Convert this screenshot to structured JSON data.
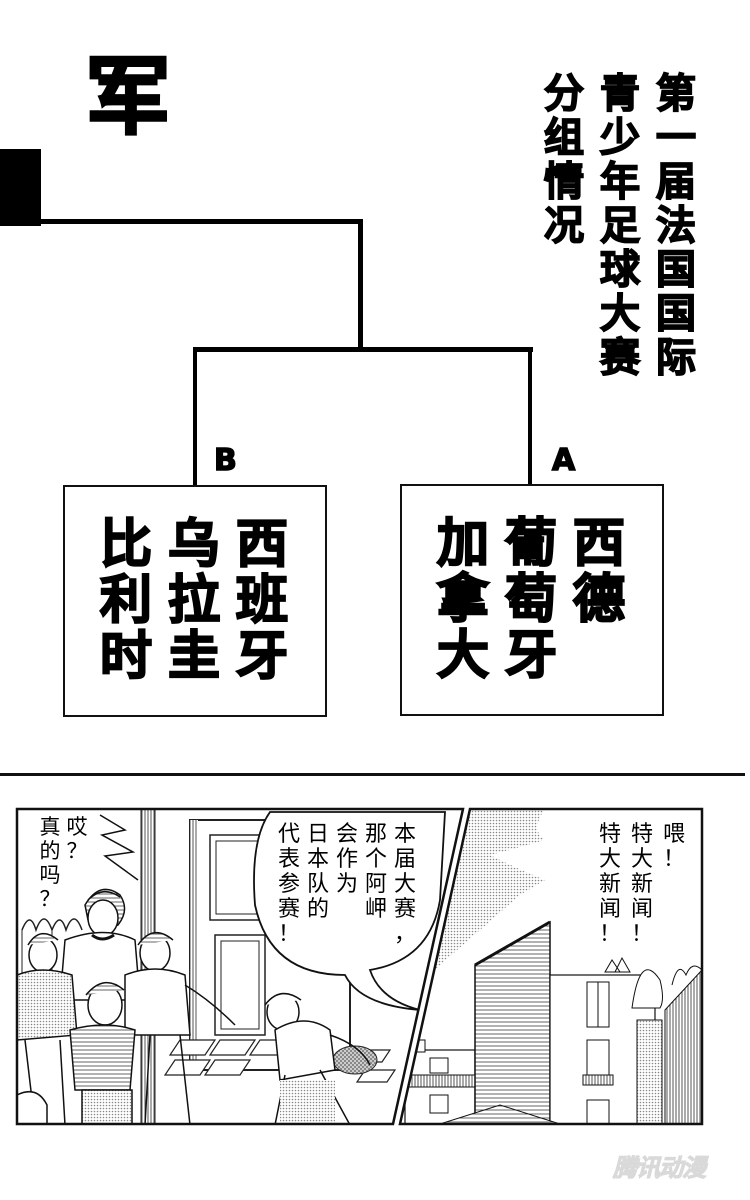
{
  "page": {
    "title_char": "军",
    "title_vertical": {
      "columns": [
        [
          "第",
          "一",
          "届",
          "法",
          "国",
          "国",
          "际"
        ],
        [
          "青",
          "少",
          "年",
          "足",
          "球",
          "大",
          "赛"
        ],
        [
          "分",
          "组",
          "情",
          "况"
        ]
      ],
      "full_text": "第一届法国国际青少年足球大赛分组情况"
    }
  },
  "bracket": {
    "groups": [
      {
        "label": "B",
        "teams": [
          "西班牙",
          "乌拉圭",
          "比利时"
        ],
        "columns": [
          [
            "西",
            "班",
            "牙"
          ],
          [
            "乌",
            "拉",
            "圭"
          ],
          [
            "比",
            "利",
            "时"
          ]
        ]
      },
      {
        "label": "A",
        "teams": [
          "西德",
          "葡萄牙",
          "加拿大"
        ],
        "columns": [
          [
            "西",
            "德"
          ],
          [
            "葡",
            "萄",
            "牙"
          ],
          [
            "加",
            "拿",
            "大"
          ]
        ]
      }
    ]
  },
  "comic": {
    "left_panel": {
      "bubble_small": {
        "columns": [
          [
            "哎",
            "？"
          ],
          [
            "真",
            "的",
            "吗",
            "？"
          ]
        ],
        "text": "哎？真的吗？"
      },
      "bubble_main": {
        "columns": [
          [
            "本",
            "届",
            "大",
            "赛",
            "，"
          ],
          [
            "那",
            "个",
            "阿",
            "岬"
          ],
          [
            "会",
            "作",
            "为"
          ],
          [
            "日",
            "本",
            "队",
            "的"
          ],
          [
            "代",
            "表",
            "参",
            "赛",
            "！"
          ]
        ],
        "text": "本届大赛，那个阿岬会作为日本队的代表参赛！"
      }
    },
    "right_panel": {
      "bubble": {
        "columns": [
          [
            "喂",
            "！"
          ],
          [
            "特",
            "大",
            "新",
            "闻",
            "！"
          ],
          [
            "特",
            "大",
            "新",
            "闻",
            "！"
          ]
        ],
        "text": "喂！特大新闻！特大新闻！"
      }
    }
  },
  "watermark": {
    "text": "腾讯动漫",
    "color": "#e6e6e6"
  },
  "colors": {
    "ink": "#000000",
    "paper": "#ffffff",
    "screentone": "#9a9a9a"
  }
}
